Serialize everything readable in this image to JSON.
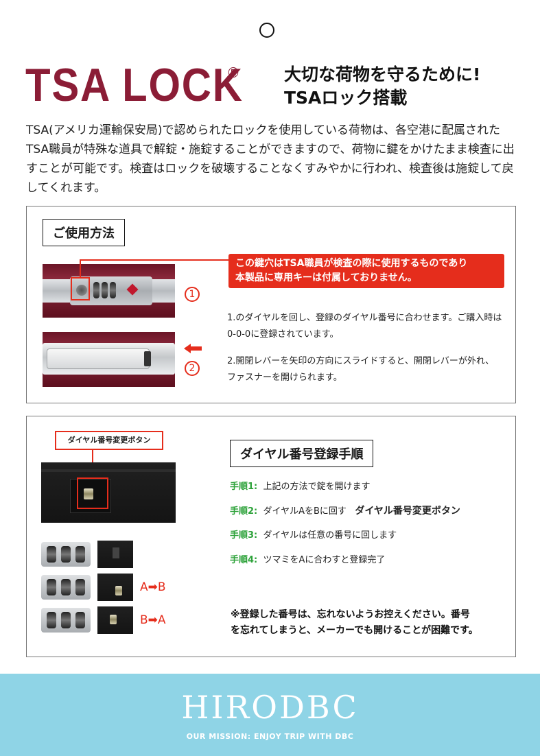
{
  "header": {
    "logo_text": "TSA LOCK",
    "registered_mark": "®",
    "headline_line1": "大切な荷物を守るために!",
    "headline_line2": "TSAロック搭載"
  },
  "intro_text": "TSA(アメリカ運輸保安局)で認められたロックを使用している荷物は、各空港に配属されたTSA職員が特殊な道具で解錠・施錠することができますので、荷物に鍵をかけたまま検査に出すことが可能です。検査はロックを破壊することなくすみやかに行われ、検査後は施錠して戻してくれます。",
  "usage": {
    "title": "ご使用方法",
    "callout_line1": "この鍵穴はTSA職員が検査の際に使用するものであり",
    "callout_line2": "本製品に専用キーは付属しておりません。",
    "marker1": "1",
    "marker2": "2",
    "step1_line1": "1.のダイヤルを回し、登録のダイヤル番号に合わせます。ご購入時は",
    "step1_line2": "0-0-0に登録されています。",
    "step2_line1": "2.開閉レバーを矢印の方向にスライドすると、開閉レバーが外れ、",
    "step2_line2": "ファスナーを開けられます。"
  },
  "dial_setup": {
    "button_label": "ダイヤル番号変更ボタン",
    "title": "ダイヤル番号登録手順",
    "steps": [
      {
        "label": "手順1",
        "sep": ":",
        "text": "上記の方法で錠を開けます",
        "extra": ""
      },
      {
        "label": "手順2",
        "sep": ":",
        "text": "ダイヤルAをBに回す",
        "extra": "ダイヤル番号変更ボタン"
      },
      {
        "label": "手順3",
        "sep": ":",
        "text": "ダイヤルは任意の番号に回します",
        "extra": ""
      },
      {
        "label": "手順4",
        "sep": ":",
        "text": "ツマミをAに合わすと登録完了",
        "extra": ""
      }
    ],
    "a_to_b": "A➡B",
    "b_to_a": "B➡A",
    "note_line1": "※登録した番号は、忘れないようお控えください。番号",
    "note_line2": "を忘れてしまうと、メーカーでも開けることが困難です。"
  },
  "footer": {
    "brand": "HIRODBC",
    "mission": "OUR MISSION: ENJOY TRIP WITH DBC"
  },
  "colors": {
    "logo_red": "#8b1d36",
    "callout_red": "#e52d1c",
    "step_green": "#2da23a",
    "footer_blue": "#8fd4e6"
  }
}
